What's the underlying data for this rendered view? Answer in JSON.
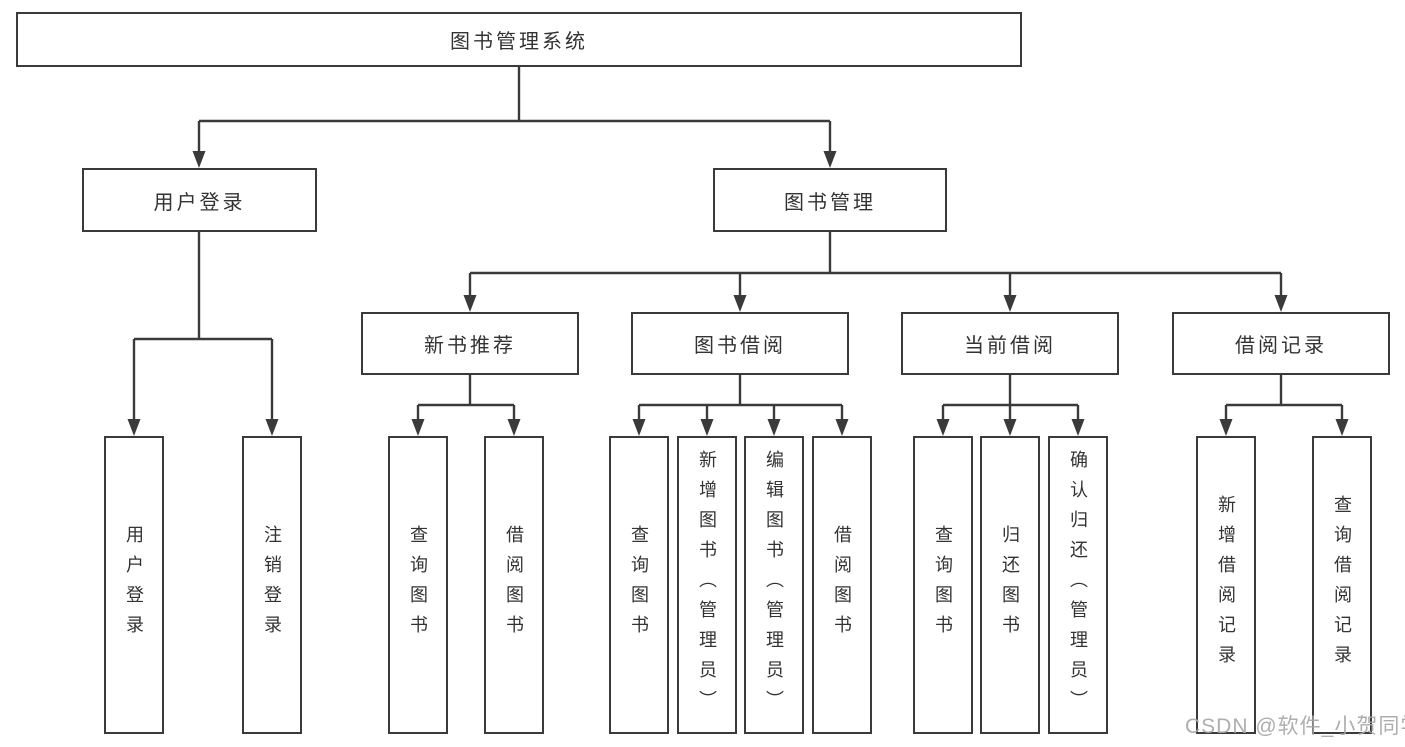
{
  "diagram": {
    "type": "hierarchy-tree",
    "colors": {
      "line": "#3a3a3a",
      "box_border": "#3a3a3a",
      "text": "#333333",
      "background": "#ffffff",
      "watermark": "#a8a8a8"
    },
    "watermark": "CSDN @软件_小贺同学",
    "root": {
      "label": "图书管理系统",
      "children": [
        {
          "label": "用户登录",
          "children": [
            {
              "label": "用户登录"
            },
            {
              "label": "注销登录"
            }
          ]
        },
        {
          "label": "图书管理",
          "children": [
            {
              "label": "新书推荐",
              "children": [
                {
                  "label": "查询图书"
                },
                {
                  "label": "借阅图书"
                }
              ]
            },
            {
              "label": "图书借阅",
              "children": [
                {
                  "label": "查询图书"
                },
                {
                  "label": "新增图书（管理员）"
                },
                {
                  "label": "编辑图书（管理员）"
                },
                {
                  "label": "借阅图书"
                }
              ]
            },
            {
              "label": "当前借阅",
              "children": [
                {
                  "label": "查询图书"
                },
                {
                  "label": "归还图书"
                },
                {
                  "label": "确认归还（管理员）"
                }
              ]
            },
            {
              "label": "借阅记录",
              "children": [
                {
                  "label": "新增借阅记录"
                },
                {
                  "label": "查询借阅记录"
                }
              ]
            }
          ]
        }
      ]
    }
  }
}
